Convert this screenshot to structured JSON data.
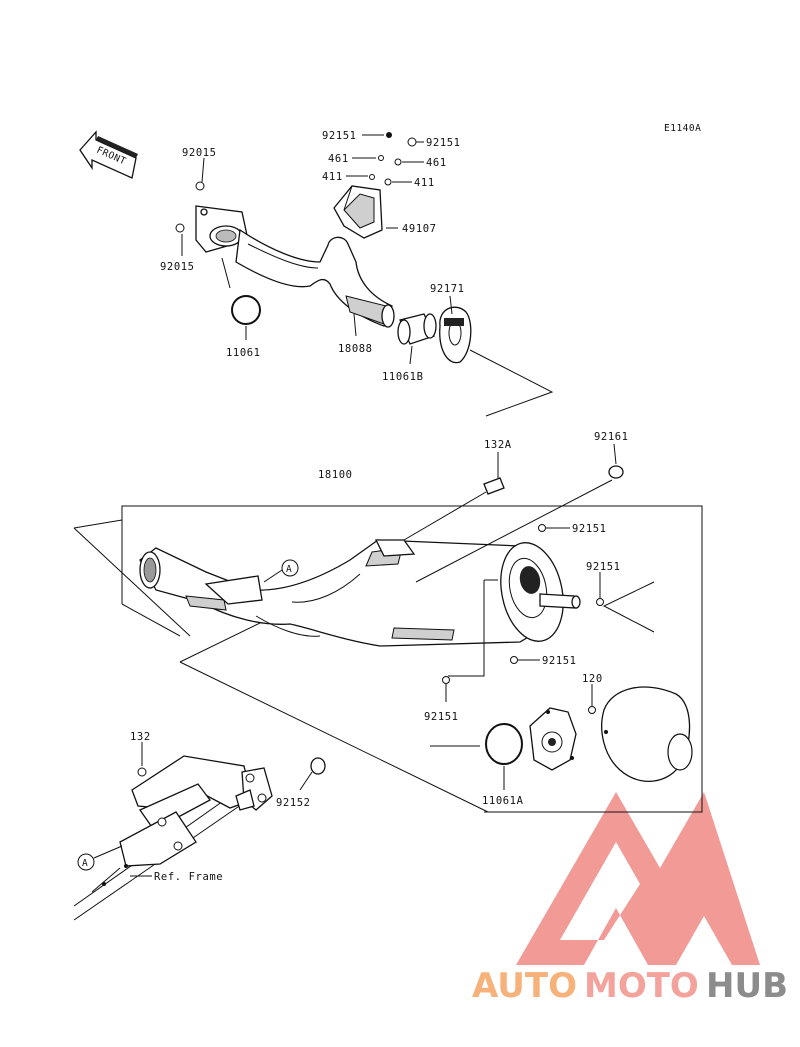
{
  "diagram": {
    "code": "E1140A",
    "front_label": "FRONT",
    "assembly_label": "18100",
    "frame_ref_label": "Ref. Frame",
    "ref_marker": "A",
    "part_numbers": {
      "nut_top_left": "92015",
      "nut_left": "92015",
      "gasket_head": "11061",
      "header_pipe": "18088",
      "gasket_sleeve": "11061B",
      "clamp": "92171",
      "cover": "49107",
      "bolt_cover_l": "92151",
      "bolt_cover_r": "92151",
      "washer_l": "461",
      "washer_r": "461",
      "collar_l": "411",
      "collar_r": "411",
      "bolt_132a": "132A",
      "damper_92161": "92161",
      "bolt_end_1": "92151",
      "bolt_end_2": "92151",
      "bolt_end_3": "92151",
      "bolt_end_4": "92151",
      "bolt_120": "120",
      "gasket_end": "11061A",
      "bolt_132": "132",
      "damper_92152": "92152"
    }
  },
  "watermark": {
    "word_auto": "AUTO",
    "word_moto": "MOTO",
    "word_hub": "HUB",
    "colors": {
      "auto": "#f6b27a",
      "moto": "#f4a39c",
      "hub": "#8c8c8c",
      "triangle": "#f08a84"
    }
  }
}
